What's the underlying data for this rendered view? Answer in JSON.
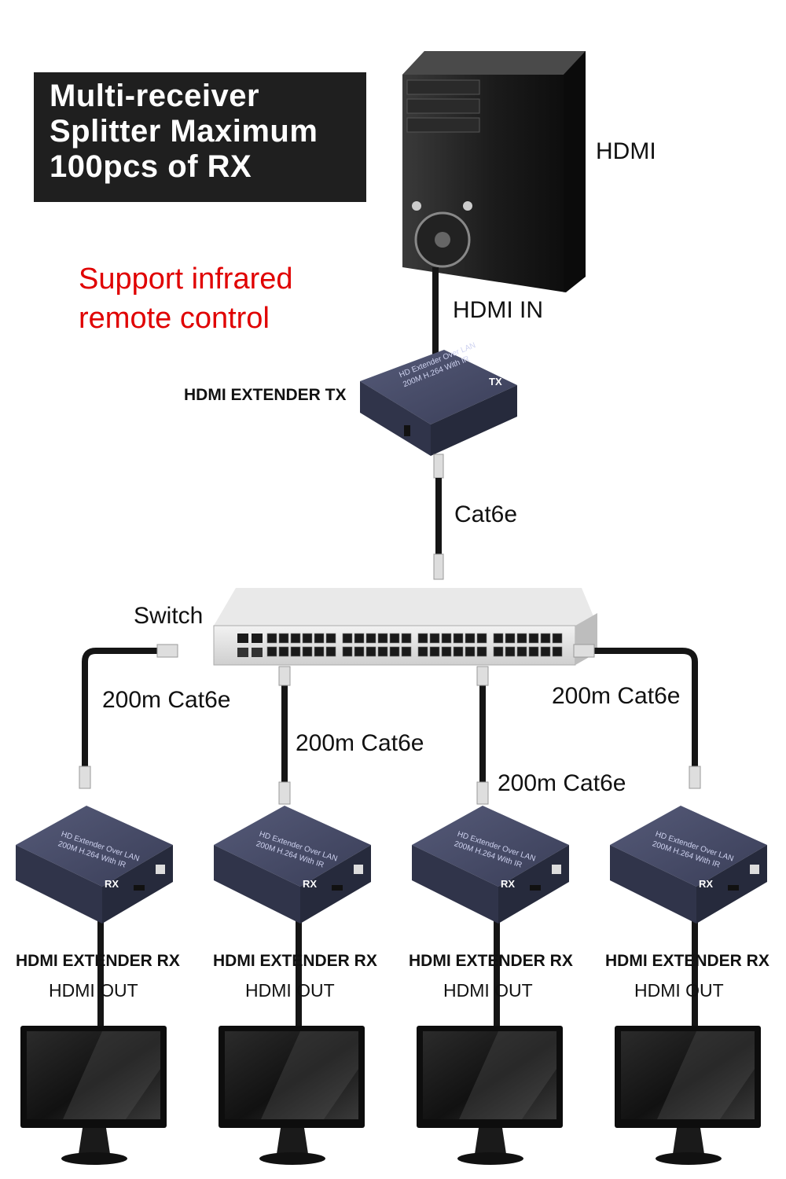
{
  "title": {
    "lines": [
      "Multi-receiver",
      "Splitter Maximum",
      "100pcs of RX"
    ]
  },
  "ir_note": {
    "lines": [
      "Support infrared",
      "remote control"
    ]
  },
  "source": {
    "label": "HDMI"
  },
  "tx": {
    "input_label": "HDMI IN",
    "device_label": "HDMI EXTENDER TX",
    "face_line1": "HD Extender Over LAN",
    "face_line2": "200M H.264 With IR",
    "badge": "TX"
  },
  "uplink": {
    "label": "Cat6e"
  },
  "switch": {
    "label": "Switch"
  },
  "receivers": [
    {
      "cable_label": "200m Cat6e",
      "device_label": "HDMI EXTENDER RX",
      "output_label": "HDMI OUT",
      "face_line1": "HD Extender Over LAN",
      "face_line2": "200M H.264 With IR",
      "badge": "RX"
    },
    {
      "cable_label": "200m Cat6e",
      "device_label": "HDMI EXTENDER RX",
      "output_label": "HDMI OUT",
      "face_line1": "HD Extender Over LAN",
      "face_line2": "200M H.264 With IR",
      "badge": "RX"
    },
    {
      "cable_label": "200m Cat6e",
      "device_label": "HDMI EXTENDER RX",
      "output_label": "HDMI OUT",
      "face_line1": "HD Extender Over LAN",
      "face_line2": "200M H.264 With IR",
      "badge": "RX"
    },
    {
      "cable_label": "200m Cat6e",
      "device_label": "HDMI EXTENDER RX",
      "output_label": "HDMI OUT",
      "face_line1": "HD Extender Over LAN",
      "face_line2": "200M H.264 With IR",
      "badge": "RX"
    }
  ],
  "colors": {
    "title_bg": "#1f1f1f",
    "ir_text": "#e00000",
    "device_body": "#454a66",
    "cable": "#151515"
  }
}
